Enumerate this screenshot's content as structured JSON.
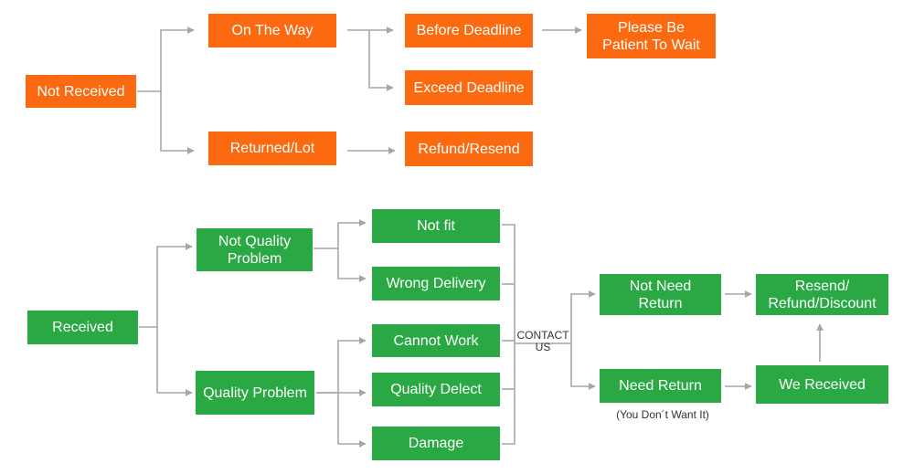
{
  "colors": {
    "orange": "#fb6a10",
    "green": "#29a844",
    "connector": "#a6a6a6"
  },
  "not_received_flow": {
    "root": "Not Received",
    "on_the_way": "On The Way",
    "before_deadline": "Before Deadline",
    "please_wait": "Please Be\nPatient To Wait",
    "exceed_deadline": "Exceed Deadline",
    "returned_lot": "Returned/Lot",
    "refund_resend": "Refund/Resend"
  },
  "received_flow": {
    "root": "Received",
    "not_quality_problem": "Not Quality\nProblem",
    "quality_problem": "Quality Problem",
    "not_fit": "Not fit",
    "wrong_delivery": "Wrong Delivery",
    "cannot_work": "Cannot Work",
    "quality_defect": "Quality Delect",
    "damage": "Damage",
    "contact_us": "CONTACT\nUS",
    "not_need_return": "Not Need\nReturn",
    "need_return": "Need Return",
    "need_return_note": "(You Don´t Want It)",
    "resend_refund_discount": "Resend/\nRefund/Discount",
    "we_received": "We Received"
  }
}
